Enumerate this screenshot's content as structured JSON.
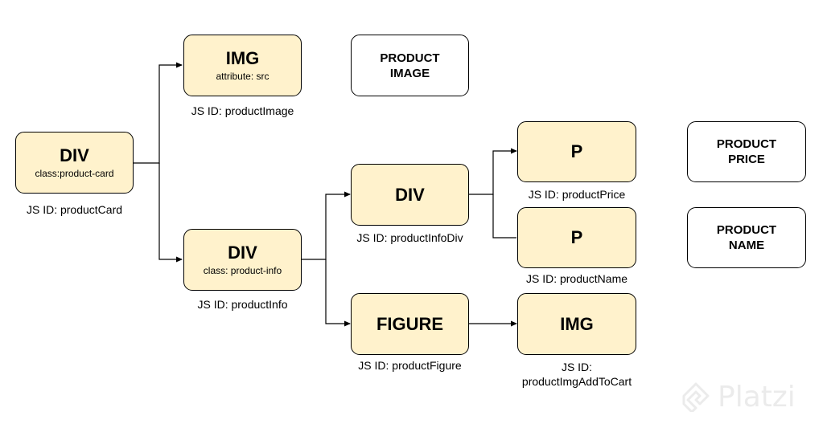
{
  "nodes": {
    "product_card": {
      "tag": "DIV",
      "attr": "class:product-card",
      "js_id": "JS ID: productCard"
    },
    "product_image": {
      "tag": "IMG",
      "attr": "attribute: src",
      "js_id": "JS ID: productImage"
    },
    "product_info": {
      "tag": "DIV",
      "attr": "class: product-info",
      "js_id": "JS ID: productInfo"
    },
    "product_info_div": {
      "tag": "DIV",
      "js_id": "JS ID: productInfoDiv"
    },
    "product_figure": {
      "tag": "FIGURE",
      "js_id": "JS ID: productFigure"
    },
    "product_price": {
      "tag": "P",
      "js_id": "JS ID: productPrice"
    },
    "product_name": {
      "tag": "P",
      "js_id": "JS ID: productName"
    },
    "product_img_add_to_cart": {
      "tag": "IMG",
      "js_id_line1": "JS ID:",
      "js_id_line2": "productImgAddToCart"
    }
  },
  "labels": {
    "product_image": {
      "line1": "PRODUCT",
      "line2": "IMAGE"
    },
    "product_price": {
      "line1": "PRODUCT",
      "line2": "PRICE"
    },
    "product_name": {
      "line1": "PRODUCT",
      "line2": "NAME"
    }
  },
  "watermark": {
    "text": "Platzi"
  },
  "colors": {
    "element_fill": "#fff2cc",
    "label_fill": "#ffffff",
    "stroke": "#000000",
    "watermark": "#a8a8a8"
  }
}
